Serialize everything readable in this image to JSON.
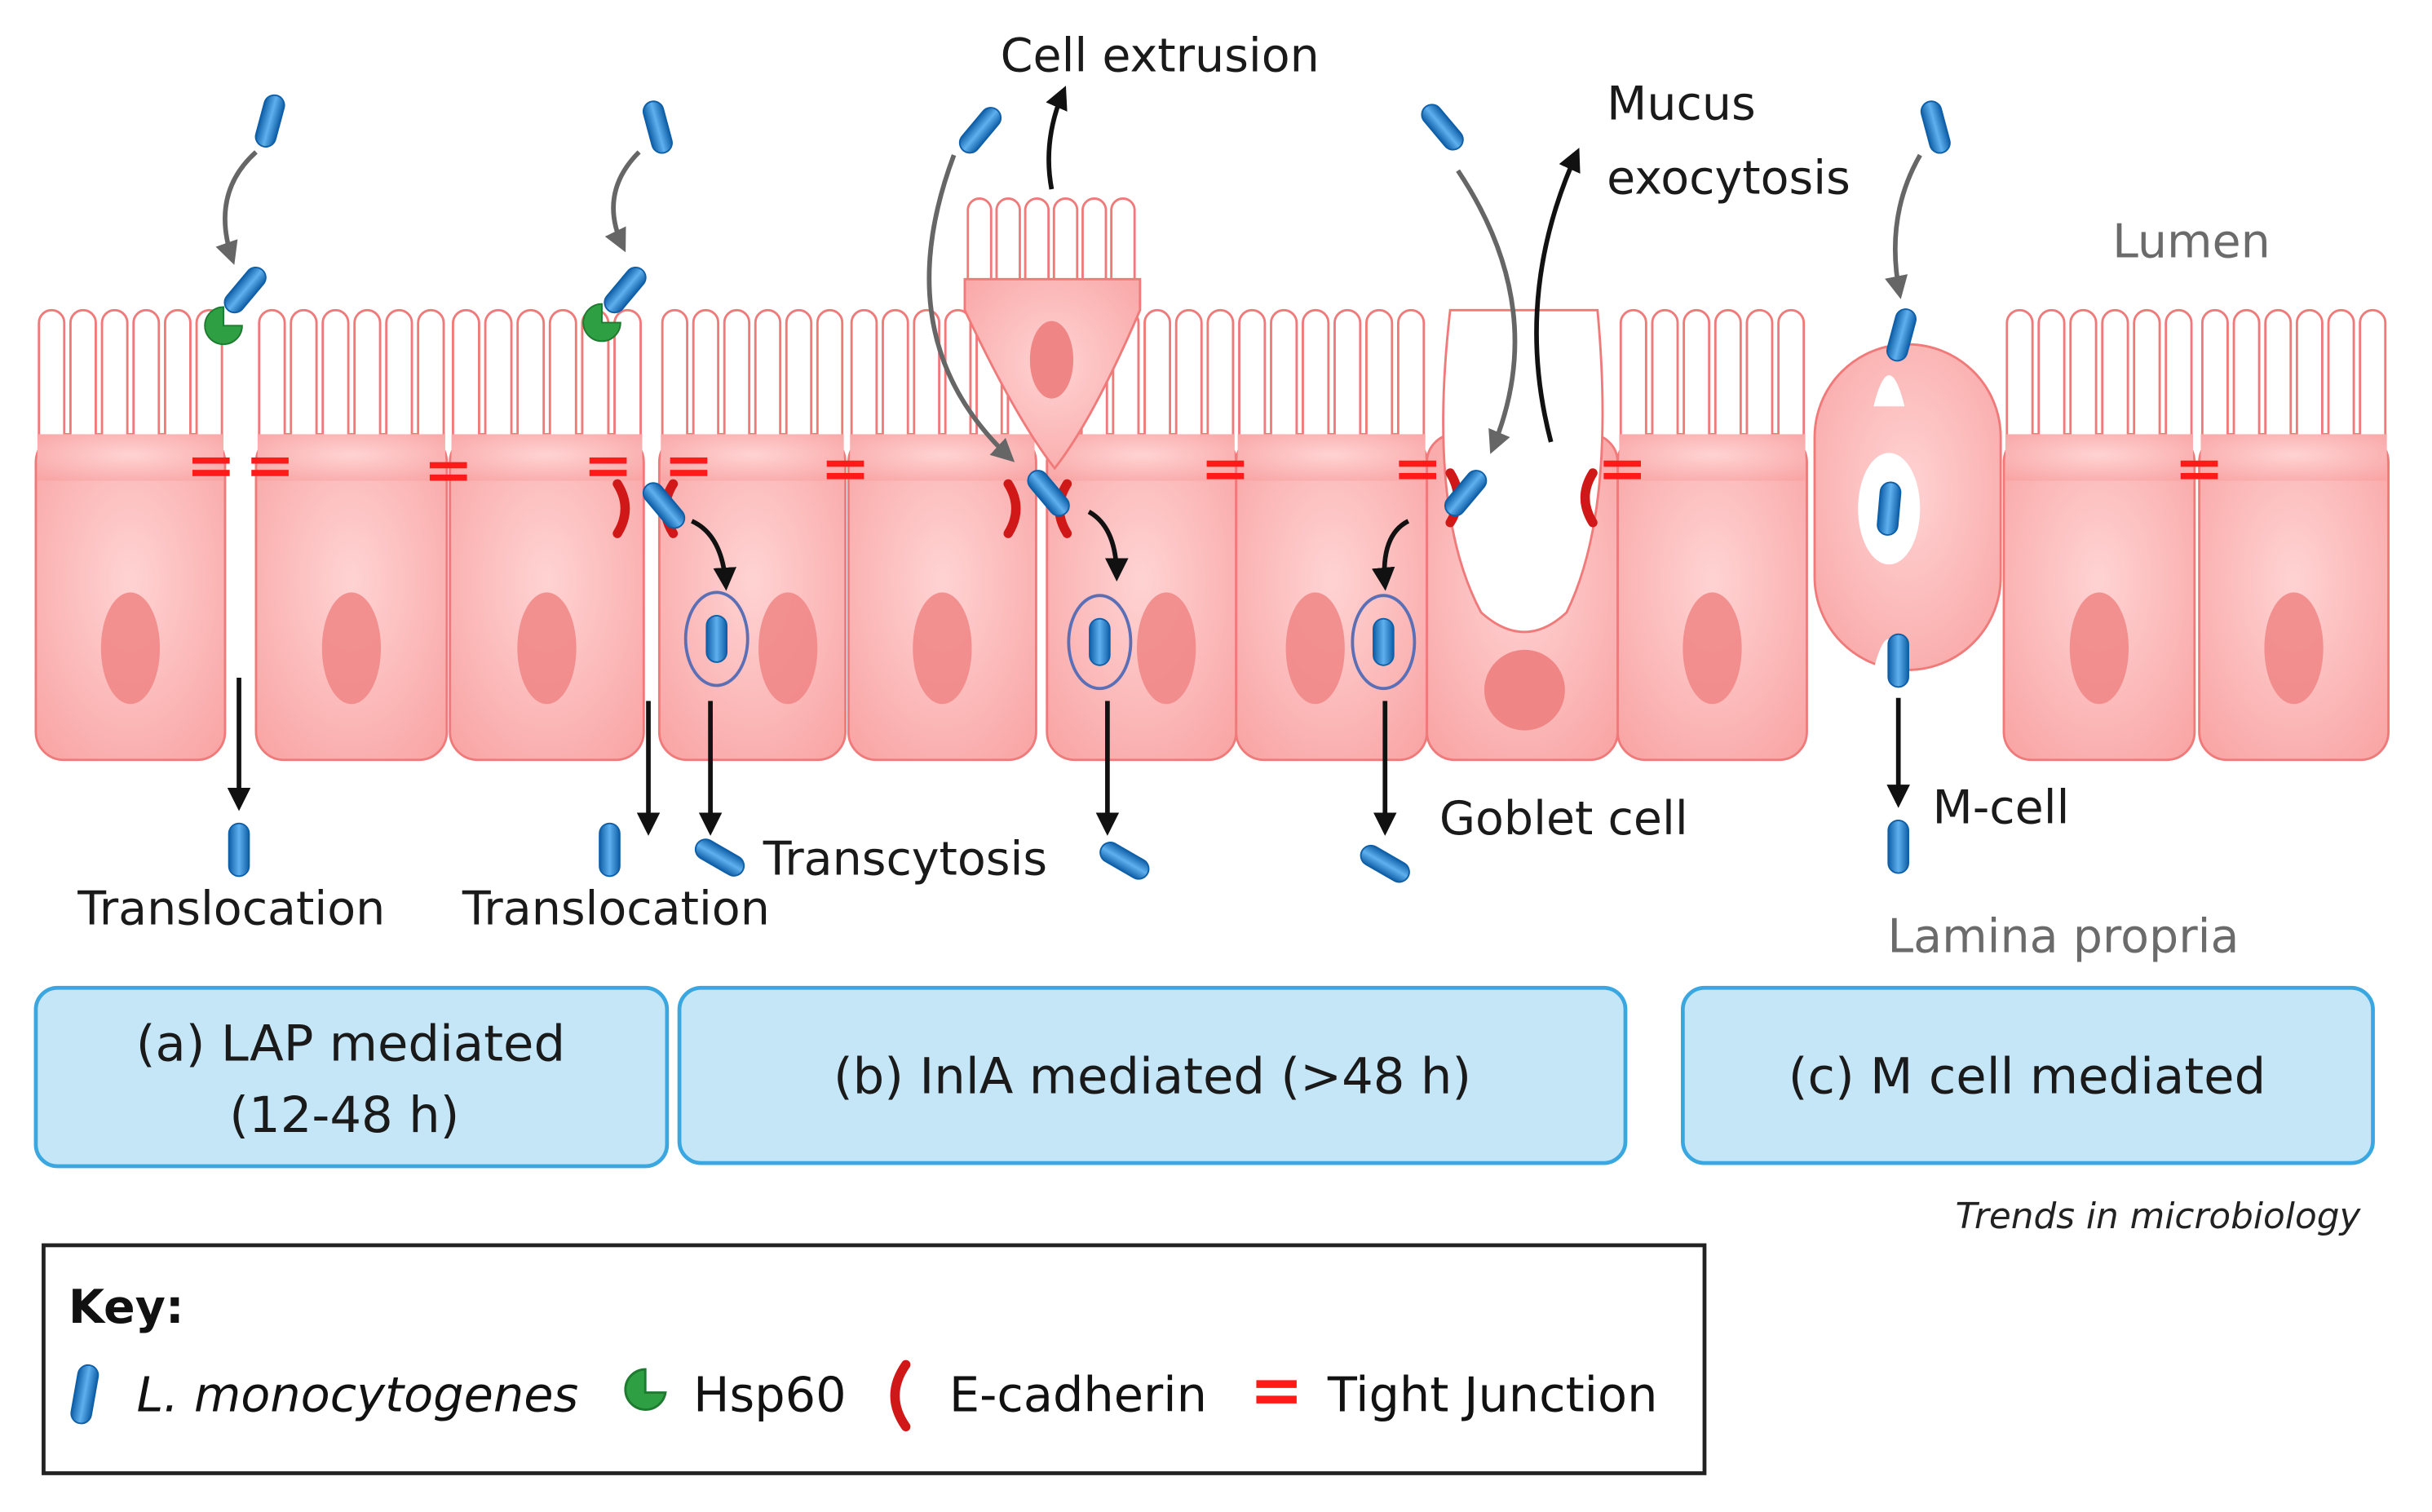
{
  "labels": {
    "cell_extrusion": "Cell extrusion",
    "mucus_line1": "Mucus",
    "mucus_line2": "exocytosis",
    "lumen": "Lumen",
    "translocation_a": "Translocation",
    "translocation_b": "Translocation",
    "transcytosis": "Transcytosis",
    "goblet_cell": "Goblet cell",
    "m_cell": "M-cell",
    "lamina_propria": "Lamina propria"
  },
  "panels": [
    {
      "line1": "(a) LAP mediated",
      "line2": "(12-48 h)"
    },
    {
      "line1": "(b)  InlA mediated (>48 h)"
    },
    {
      "line1": "(c)  M cell mediated"
    }
  ],
  "credit": "Trends in microbiology",
  "key": {
    "title": "Key:",
    "items": [
      {
        "label": "L. monocytogenes",
        "icon": "bacterium-icon"
      },
      {
        "label": "Hsp60",
        "icon": "hsp60-icon"
      },
      {
        "label": "E-cadherin",
        "icon": "e-cadherin-icon"
      },
      {
        "label": "Tight Junction",
        "icon": "tight-junction-icon"
      }
    ]
  },
  "colors": {
    "cell_fill": "#fbb8b8",
    "cell_stroke": "#f07a7a",
    "nucleus": "#f08585",
    "bacterium": "#1f7fc8",
    "hsp60": "#2ea043",
    "e_cadherin": "#d01818",
    "tight_junction": "#ff1a1a",
    "panel_fill": "#c5e6f7",
    "panel_stroke": "#3aa7e0"
  }
}
